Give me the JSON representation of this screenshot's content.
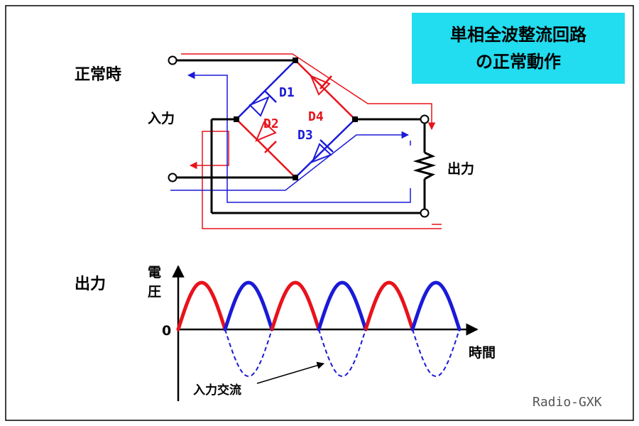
{
  "title": {
    "line1": "単相全波整流回路",
    "line2": "の正常動作"
  },
  "labels": {
    "normal": "正常時",
    "input": "入力",
    "output": "出力",
    "d1": "D1",
    "d2": "D2",
    "d3": "D3",
    "d4": "D4",
    "graph_output": "出力",
    "y_axis_1": "電",
    "y_axis_2": "圧",
    "zero": "0",
    "x_axis": "時間",
    "input_ac": "入力交流",
    "credit": "Radio-GXK"
  },
  "colors": {
    "red": "#e8121b",
    "blue": "#1a1ad8",
    "black": "#000000",
    "title_bg": "#22dcef"
  },
  "waveform": {
    "half_cycles": [
      "red",
      "blue",
      "red",
      "blue",
      "red",
      "blue"
    ],
    "negative_half_shown_dashed": true
  }
}
